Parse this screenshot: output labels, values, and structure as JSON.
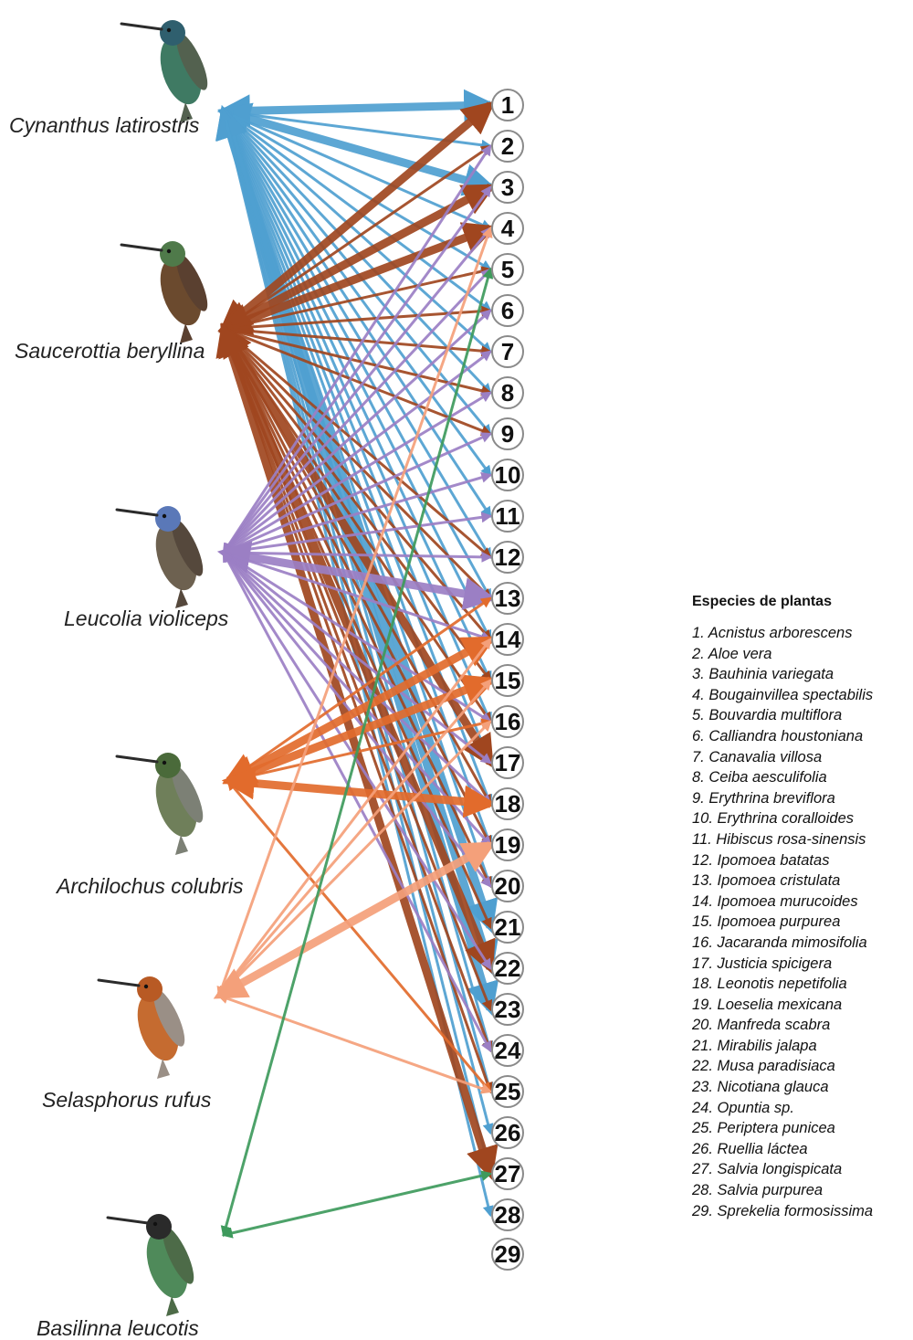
{
  "colors": {
    "Cynanthus latirostris": "#4f9fd0",
    "Saucerottia beryllina": "#a0461f",
    "Leucolia violiceps": "#9b7fc4",
    "Archilochus colubris": "#e26b2c",
    "Selasphorus rufus": "#f4a07a",
    "Basilinna leucotis": "#3e9a5c"
  },
  "birds": [
    {
      "name": "Cynanthus latirostris",
      "icon": "hummingbird-photo"
    },
    {
      "name": "Saucerottia beryllina",
      "icon": "hummingbird-photo"
    },
    {
      "name": "Leucolia violiceps",
      "icon": "hummingbird-photo"
    },
    {
      "name": "Archilochus colubris",
      "icon": "hummingbird-photo"
    },
    {
      "name": "Selasphorus rufus",
      "icon": "hummingbird-photo"
    },
    {
      "name": "Basilinna leucotis",
      "icon": "hummingbird-photo"
    }
  ],
  "plant_numbers": [
    "1",
    "2",
    "3",
    "4",
    "5",
    "6",
    "7",
    "8",
    "9",
    "10",
    "11",
    "12",
    "13",
    "14",
    "15",
    "16",
    "17",
    "18",
    "19",
    "20",
    "21",
    "22",
    "23",
    "24",
    "25",
    "26",
    "27",
    "28",
    "29"
  ],
  "links": [
    {
      "bird": "Cynanthus latirostris",
      "plants": [
        1,
        2,
        3,
        4,
        5,
        6,
        7,
        8,
        9,
        10,
        11,
        12,
        13,
        14,
        15,
        16,
        17,
        18,
        19,
        20,
        21,
        22,
        23,
        24,
        25,
        26,
        27,
        28
      ],
      "strong": [
        1,
        3,
        21,
        22,
        23
      ]
    },
    {
      "bird": "Saucerottia beryllina",
      "plants": [
        1,
        2,
        3,
        4,
        5,
        6,
        7,
        8,
        9,
        12,
        13,
        14,
        15,
        16,
        17,
        18,
        19,
        20,
        21,
        22,
        23,
        24,
        25,
        27
      ],
      "strong": [
        1,
        3,
        4,
        17,
        22,
        27
      ]
    },
    {
      "bird": "Leucolia violiceps",
      "plants": [
        2,
        3,
        4,
        5,
        6,
        7,
        8,
        9,
        10,
        11,
        12,
        13,
        14,
        16,
        17,
        18,
        19,
        20,
        22,
        24
      ],
      "strong": [
        13
      ]
    },
    {
      "bird": "Archilochus colubris",
      "plants": [
        13,
        14,
        15,
        16,
        18,
        25
      ],
      "strong": [
        14,
        15,
        18
      ]
    },
    {
      "bird": "Selasphorus rufus",
      "plants": [
        4,
        14,
        15,
        16,
        19,
        25
      ],
      "strong": [
        19
      ]
    },
    {
      "bird": "Basilinna leucotis",
      "plants": [
        5,
        27
      ],
      "strong": []
    }
  ],
  "legend": {
    "title": "Especies de plantas",
    "items": [
      "1.  Acnistus arborescens",
      "2.  Aloe vera",
      "3.  Bauhinia variegata",
      "4.  Bougainvillea spectabilis",
      "5.  Bouvardia multiflora",
      "6.  Calliandra houstoniana",
      "7.  Canavalia villosa",
      "8.  Ceiba aesculifolia",
      "9.  Erythrina breviflora",
      "10.  Erythrina coralloides",
      "11.  Hibiscus rosa-sinensis",
      "12.  Ipomoea batatas",
      "13.  Ipomoea cristulata",
      "14.  Ipomoea murucoides",
      "15.  Ipomoea purpurea",
      "16.  Jacaranda mimosifolia",
      "17.  Justicia spicigera",
      "18.  Leonotis nepetifolia",
      "19.  Loeselia mexicana",
      "20.  Manfreda scabra",
      "21.  Mirabilis jalapa",
      "22.  Musa paradisiaca",
      "23.  Nicotiana glauca",
      "24.  Opuntia sp.",
      "25.  Periptera punicea",
      "26.  Ruellia láctea",
      "27.  Salvia longispicata",
      "28.  Salvia purpurea",
      "29.  Sprekelia formosissima"
    ]
  }
}
